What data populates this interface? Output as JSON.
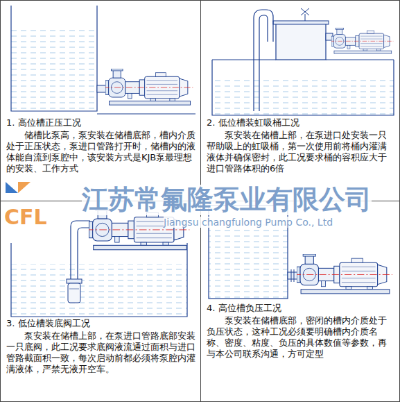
{
  "diagram": {
    "nodes": [
      {
        "text": [
          "1. 高位槽正压工况",
          "储槽比泵高，泵安装在储槽底部，槽内介质处于正压状态，泵进口管路打开时，储槽内的液体能自流到泵腔中，该安装方式是KJB泵最理想的安装、工作方式"
        ]
      },
      {
        "text": [
          "2. 低位槽装虹吸桶工况",
          "泵安装在储槽上部，在泵进口处安装一只帮助吸上的虹吸桶，第一次使用前将桶内灌满液体并确保密封，此工况要求桶的容积应大于进口管路体积的6倍"
        ]
      },
      {
        "text": [
          "3. 低位槽装底阀工况",
          "泵安装在储槽上部，在泵进口管路底部安装一只底阀，此工况要求底阀液流通过面积与进口管路截面积一致，每次启动前都必须将泵腔内灌满液体，严禁无液开空车。"
        ]
      },
      {
        "text": [
          "4. 高位槽负压工况",
          "泵安装在储槽底部，密闭的槽内介质处于负压状态，这种工况必须要明确槽内介质名称、密度、粘度、负压的具体数值等参数，再与本公司联系沟通，方可定型"
        ]
      }
    ],
    "labels": [
      "江苏常氟隆泵业有限公司",
      "Jiangsu changfulong Pump Co., Ltd",
      "CFL"
    ]
  }
}
